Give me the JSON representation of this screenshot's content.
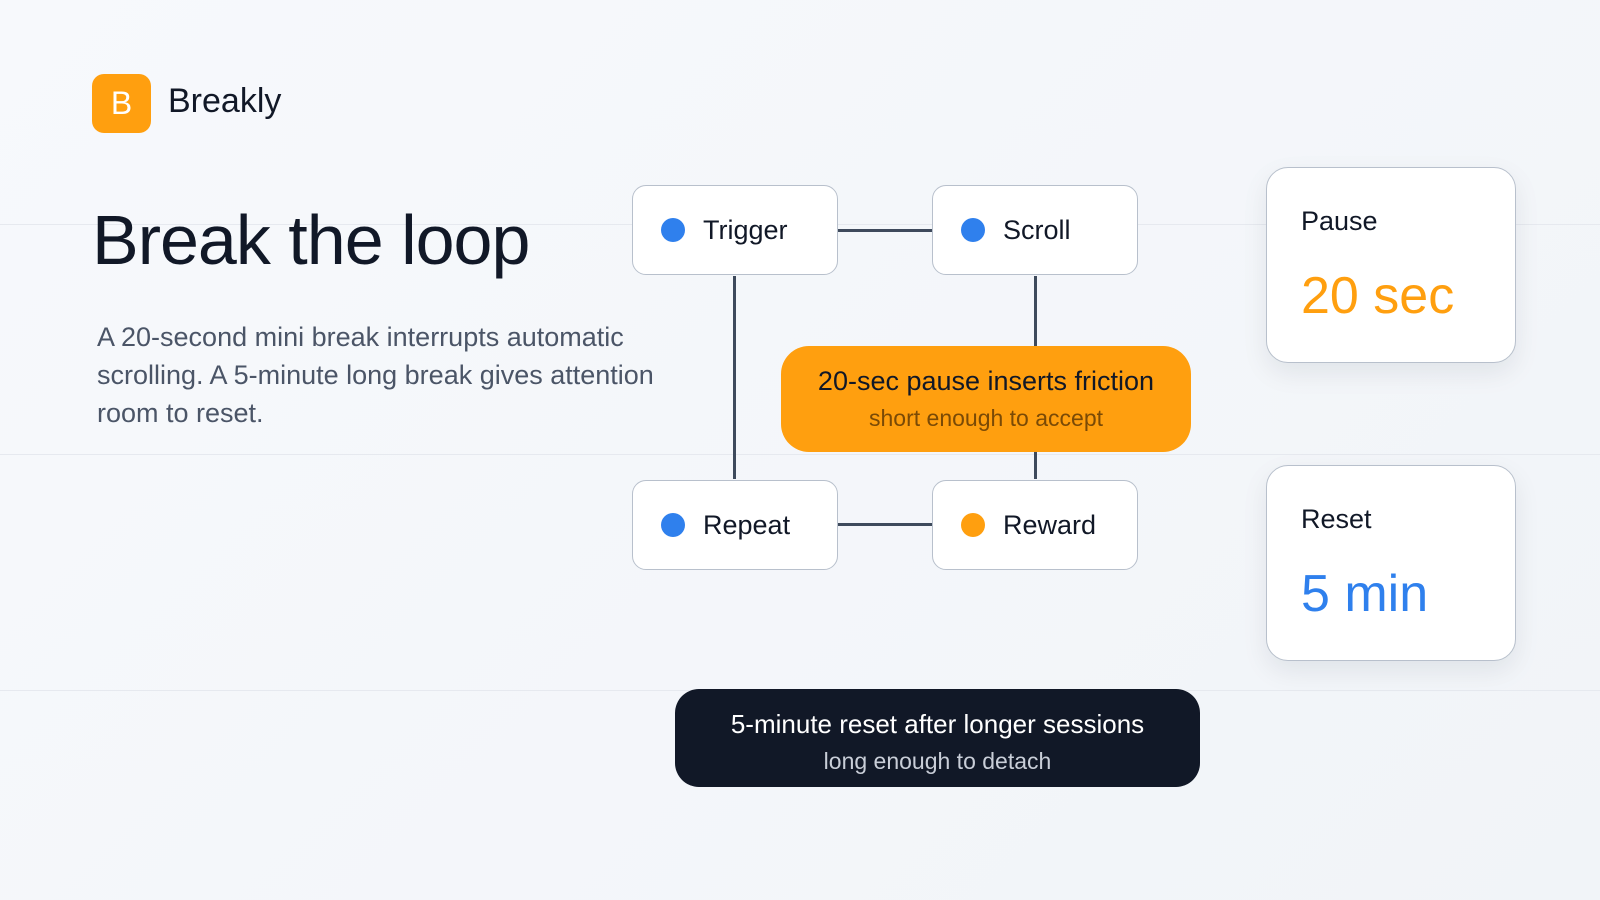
{
  "brand": {
    "logo_letter": "B",
    "name": "Breakly"
  },
  "hero": {
    "title": "Break the loop",
    "description": "A 20-second mini break interrupts automatic scrolling. A 5-minute long break gives attention room to reset."
  },
  "loop": {
    "nodes": [
      {
        "label": "Trigger",
        "dot_color": "#2f80ed"
      },
      {
        "label": "Scroll",
        "dot_color": "#2f80ed"
      },
      {
        "label": "Repeat",
        "dot_color": "#2f80ed"
      },
      {
        "label": "Reward",
        "dot_color": "#ff9f0f"
      }
    ]
  },
  "callouts": {
    "pause": {
      "title": "20-sec pause inserts friction",
      "subtitle": "short enough to accept"
    },
    "reset": {
      "title": "5-minute reset after longer sessions",
      "subtitle": "long enough to detach"
    }
  },
  "stats": [
    {
      "label": "Pause",
      "value": "20 sec",
      "color": "#ff9f0f"
    },
    {
      "label": "Reset",
      "value": "5 min",
      "color": "#2f80ed"
    }
  ],
  "colors": {
    "accent_orange": "#ff9f0f",
    "accent_blue": "#2f80ed",
    "dark": "#111827"
  }
}
